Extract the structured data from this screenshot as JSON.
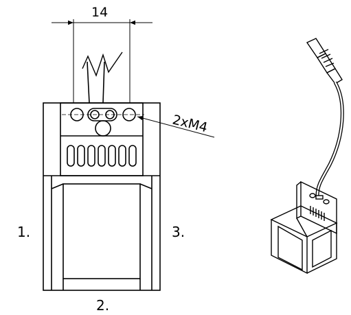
{
  "drawing": {
    "dimension_width": "14",
    "thread_callout": "2xM4",
    "side_labels": {
      "left": "1.",
      "right": "3.",
      "bottom": "2."
    }
  },
  "colors": {
    "line": "#000000",
    "background": "#ffffff"
  }
}
